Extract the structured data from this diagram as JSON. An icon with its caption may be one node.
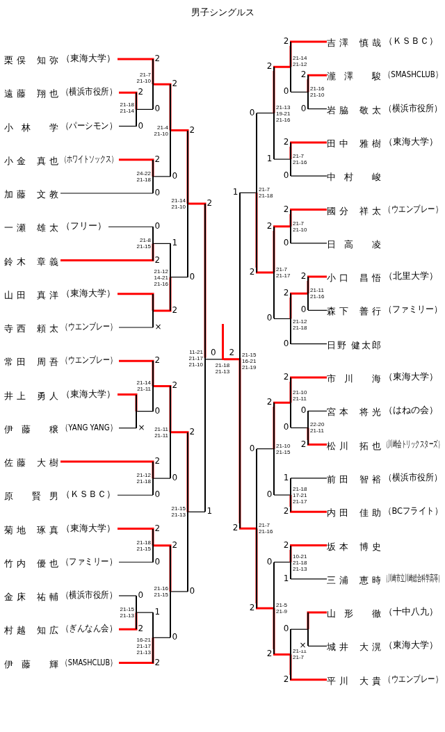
{
  "diagram": {
    "title": "男子シングルス",
    "nodes": [
      {
        "text": [
          "栗俣 知弥",
          "（東海大学）"
        ]
      },
      {
        "text": [
          "遠藤 翔也",
          "（横浜市役所）"
        ]
      },
      {
        "text": [
          "小林 学",
          "（パーシモン）"
        ]
      },
      {
        "text": [
          "小金 真也",
          "（ホワイトソックス）"
        ]
      },
      {
        "text": [
          "加藤 文教"
        ]
      },
      {
        "text": [
          "一瀬 雄太",
          "（フリー）"
        ]
      },
      {
        "text": [
          "鈴木 章義"
        ]
      },
      {
        "text": [
          "山田 真洋",
          "（東海大学）"
        ]
      },
      {
        "text": [
          "寺西 頼太",
          "（ウエンブレー）"
        ]
      },
      {
        "text": [
          "常田 周吾",
          "（ウエンブレー）"
        ]
      },
      {
        "text": [
          "井上 勇人",
          "（東海大学）"
        ]
      },
      {
        "text": [
          "伊藤 穣",
          "（YANG YANG）"
        ]
      },
      {
        "text": [
          "佐藤 大樹"
        ]
      },
      {
        "text": [
          "原 賢男",
          "（ＫＳＢＣ）"
        ]
      },
      {
        "text": [
          "菊地 琢真",
          "（東海大学）"
        ]
      },
      {
        "text": [
          "竹内 優也",
          "（ファミリー）"
        ]
      },
      {
        "text": [
          "金床 祐輔",
          "（横浜市役所）"
        ]
      },
      {
        "text": [
          "村越 知広",
          "（ぎんなん会）"
        ]
      },
      {
        "text": [
          "伊藤 輝",
          "（SMASHCLUB）"
        ]
      },
      {
        "text": [
          "吉澤 慎哉",
          "（ＫＳＢＣ）"
        ]
      },
      {
        "text": [
          "瀧澤 駿",
          "（SMASHCLUB）"
        ]
      },
      {
        "text": [
          "岩脇 敬太",
          "（横浜市役所）"
        ]
      },
      {
        "text": [
          "田中 雅樹",
          "（東海大学）"
        ]
      },
      {
        "text": [
          "中村 峻"
        ]
      },
      {
        "text": [
          "國分 祥太",
          "（ウエンブレー）"
        ]
      },
      {
        "text": [
          "日高 凌"
        ]
      },
      {
        "text": [
          "小口 昌悟",
          "（北里大学）"
        ]
      },
      {
        "text": [
          "森下 善行",
          "（ファミリー）"
        ]
      },
      {
        "text": [
          "日野 健太郎"
        ]
      },
      {
        "text": [
          "市川 海",
          "（東海大学）"
        ]
      },
      {
        "text": [
          "宮本 将光",
          "（はねの会）"
        ]
      },
      {
        "text": [
          "松川 拓也",
          "（川崎会トリックスターズ）"
        ]
      },
      {
        "text": [
          "前田 智裕",
          "（横浜市役所）"
        ]
      },
      {
        "text": [
          "内田 佳助",
          "（BCフライト）"
        ]
      },
      {
        "text": [
          "坂本 博史"
        ]
      },
      {
        "text": [
          "三浦 恵時",
          "（川崎市立川崎総合科学高等）"
        ]
      },
      {
        "text": [
          "山形 徹",
          "（十中八九）"
        ]
      },
      {
        "text": [
          "城井 大滉",
          "（東海大学）"
        ]
      },
      {
        "text": [
          "平川 大貴",
          "（ウエンブレー）"
        ]
      },
      {
        "text": [],
        "shape": "bar",
        "beside": [
          "21-18 21-14"
        ]
      },
      {
        "text": [],
        "shape": "bar",
        "beside": [
          "21-7 21-10"
        ]
      },
      {
        "text": [],
        "shape": "bar",
        "beside": [
          "24-22 21-18"
        ]
      },
      {
        "text": [],
        "shape": "bar",
        "beside": [
          "21-4 21-10"
        ]
      },
      {
        "text": [],
        "shape": "bar",
        "beside": [
          "21-8 21-15"
        ]
      },
      {
        "text": [],
        "shape": "bar"
      },
      {
        "text": [],
        "shape": "bar",
        "beside": [
          "21-12 14-21 21-16"
        ]
      },
      {
        "text": [],
        "shape": "bar",
        "beside": [
          "21-14 21-10"
        ]
      },
      {
        "text": [],
        "shape": "bar"
      },
      {
        "text": [],
        "shape": "bar",
        "beside": [
          "21-14 21-11"
        ]
      },
      {
        "text": [],
        "shape": "bar",
        "beside": [
          "21-12 21-18"
        ]
      },
      {
        "text": [],
        "shape": "bar",
        "beside": [
          "21-11 21-11"
        ]
      },
      {
        "text": [],
        "shape": "bar",
        "beside": [
          "21-18 21-15"
        ]
      },
      {
        "text": [],
        "shape": "bar",
        "beside": [
          "21-15 21-13"
        ]
      },
      {
        "text": [],
        "shape": "bar",
        "beside": [
          "16-21 21-17 21-13"
        ]
      },
      {
        "text": [],
        "shape": "bar",
        "beside": [
          "21-16 21-15"
        ]
      },
      {
        "text": [],
        "shape": "bar",
        "beside": [
          "21-15 21-13"
        ]
      },
      {
        "text": [],
        "shape": "bar",
        "beside": [
          "11-21 21-17 21-10"
        ]
      },
      {
        "text": [],
        "shape": "bar",
        "beside": [
          "21-16 21-10"
        ]
      },
      {
        "text": [],
        "shape": "bar",
        "beside": [
          "21-14 21-12"
        ]
      },
      {
        "text": [],
        "shape": "bar",
        "beside": [
          "21-7 21-16"
        ]
      },
      {
        "text": [],
        "shape": "bar",
        "beside": [
          "21-13 19-21 21-16"
        ]
      },
      {
        "text": [],
        "shape": "bar",
        "beside": [
          "21-7 21-10"
        ]
      },
      {
        "text": [],
        "shape": "bar",
        "beside": [
          "21-11 21-16"
        ]
      },
      {
        "text": [],
        "shape": "bar",
        "beside": [
          "21-12 21-18"
        ]
      },
      {
        "text": [],
        "shape": "bar",
        "beside": [
          "21-7 21-17"
        ]
      },
      {
        "text": [],
        "shape": "bar",
        "beside": [
          "21-7 21-18"
        ]
      },
      {
        "text": [],
        "shape": "bar",
        "beside": [
          "22-20 21-11"
        ]
      },
      {
        "text": [],
        "shape": "bar",
        "beside": [
          "21-10 21-11"
        ]
      },
      {
        "text": [],
        "shape": "bar",
        "beside": [
          "21-18 17-21 21-17"
        ]
      },
      {
        "text": [],
        "shape": "bar",
        "beside": [
          "21-10 21-15"
        ]
      },
      {
        "text": [],
        "shape": "bar",
        "beside": [
          "10-21 21-18 21-13"
        ]
      },
      {
        "text": [],
        "shape": "bar"
      },
      {
        "text": [],
        "shape": "bar",
        "beside": [
          "21-11 21-7"
        ]
      },
      {
        "text": [],
        "shape": "bar",
        "beside": [
          "21-5 21-9"
        ]
      },
      {
        "text": [],
        "shape": "bar",
        "beside": [
          "21-7 21-16"
        ]
      },
      {
        "text": [],
        "shape": "bar",
        "beside": [
          "21-15 16-21 21-19"
        ]
      },
      {
        "text": [],
        "shape": "bar",
        "beside": [
          "21-18 21-13"
        ]
      }
    ],
    "edges": [
      {
        "from": 1,
        "to": 39,
        "arrow": "none",
        "label": "2",
        "color": "#ff0000",
        "style": "thick"
      },
      {
        "from": 2,
        "to": 39,
        "arrow": "none",
        "label": "0",
        "color": "#000000"
      },
      {
        "from": 0,
        "to": 40,
        "arrow": "none",
        "label": "2",
        "color": "#ff0000",
        "style": "thick"
      },
      {
        "from": 39,
        "to": 40,
        "arrow": "none",
        "label": "0",
        "color": "#000000"
      },
      {
        "from": 3,
        "to": 41,
        "arrow": "none",
        "label": "2",
        "color": "#ff0000",
        "style": "thick"
      },
      {
        "from": 4,
        "to": 41,
        "arrow": "none",
        "label": "0",
        "color": "#000000"
      },
      {
        "from": 40,
        "to": 42,
        "arrow": "none",
        "label": "2",
        "color": "#ff0000",
        "style": "thick"
      },
      {
        "from": 41,
        "to": 42,
        "arrow": "none",
        "label": "0",
        "color": "#000000"
      },
      {
        "from": 5,
        "to": 43,
        "arrow": "none",
        "label": "0",
        "color": "#000000"
      },
      {
        "from": 6,
        "to": 43,
        "arrow": "none",
        "label": "2",
        "color": "#ff0000",
        "style": "thick"
      },
      {
        "from": 7,
        "to": 44,
        "arrow": "none",
        "color": "#ff0000",
        "style": "thick"
      },
      {
        "from": 8,
        "to": 44,
        "arrow": "none",
        "label": "×",
        "color": "#000000"
      },
      {
        "from": 43,
        "to": 45,
        "arrow": "none",
        "label": "1",
        "color": "#000000"
      },
      {
        "from": 44,
        "to": 45,
        "arrow": "none",
        "label": "2",
        "color": "#ff0000",
        "style": "thick"
      },
      {
        "from": 42,
        "to": 46,
        "arrow": "none",
        "label": "2",
        "color": "#ff0000",
        "style": "thick"
      },
      {
        "from": 45,
        "to": 46,
        "arrow": "none",
        "label": "0",
        "color": "#000000"
      },
      {
        "from": 10,
        "to": 47,
        "arrow": "none",
        "color": "#ff0000",
        "style": "thick"
      },
      {
        "from": 11,
        "to": 47,
        "arrow": "none",
        "label": "×",
        "color": "#000000"
      },
      {
        "from": 9,
        "to": 48,
        "arrow": "none",
        "label": "2",
        "color": "#ff0000",
        "style": "thick"
      },
      {
        "from": 47,
        "to": 48,
        "arrow": "none",
        "label": "0",
        "color": "#000000"
      },
      {
        "from": 12,
        "to": 49,
        "arrow": "none",
        "label": "2",
        "color": "#ff0000",
        "style": "thick"
      },
      {
        "from": 13,
        "to": 49,
        "arrow": "none",
        "label": "0",
        "color": "#000000"
      },
      {
        "from": 48,
        "to": 50,
        "arrow": "none",
        "label": "2",
        "color": "#ff0000",
        "style": "thick"
      },
      {
        "from": 49,
        "to": 50,
        "arrow": "none",
        "label": "0",
        "color": "#000000"
      },
      {
        "from": 14,
        "to": 51,
        "arrow": "none",
        "label": "2",
        "color": "#ff0000",
        "style": "thick"
      },
      {
        "from": 15,
        "to": 51,
        "arrow": "none",
        "label": "0",
        "color": "#000000"
      },
      {
        "from": 16,
        "to": 52,
        "arrow": "none",
        "label": "0",
        "color": "#000000"
      },
      {
        "from": 17,
        "to": 52,
        "arrow": "none",
        "label": "2",
        "color": "#ff0000",
        "style": "thick"
      },
      {
        "from": 52,
        "to": 53,
        "arrow": "none",
        "label": "1",
        "color": "#000000"
      },
      {
        "from": 18,
        "to": 53,
        "arrow": "none",
        "label": "2",
        "color": "#ff0000",
        "style": "thick"
      },
      {
        "from": 51,
        "to": 54,
        "arrow": "none",
        "label": "2",
        "color": "#ff0000",
        "style": "thick"
      },
      {
        "from": 53,
        "to": 54,
        "arrow": "none",
        "label": "0",
        "color": "#000000"
      },
      {
        "from": 50,
        "to": 55,
        "arrow": "none",
        "label": "2",
        "color": "#ff0000",
        "style": "thick"
      },
      {
        "from": 54,
        "to": 55,
        "arrow": "none",
        "label": "0",
        "color": "#000000"
      },
      {
        "from": 46,
        "to": 56,
        "arrow": "none",
        "label": "2",
        "color": "#ff0000",
        "style": "thick"
      },
      {
        "from": 55,
        "to": 56,
        "arrow": "none",
        "label": "1",
        "color": "#000000"
      },
      {
        "from": 20,
        "to": 57,
        "arrow": "none",
        "label": "2",
        "color": "#ff0000",
        "style": "thick"
      },
      {
        "from": 21,
        "to": 57,
        "arrow": "none",
        "label": "0",
        "color": "#000000"
      },
      {
        "from": 19,
        "to": 58,
        "arrow": "none",
        "label": "2",
        "color": "#ff0000",
        "style": "thick"
      },
      {
        "from": 57,
        "to": 58,
        "arrow": "none",
        "label": "0",
        "color": "#000000"
      },
      {
        "from": 22,
        "to": 59,
        "arrow": "none",
        "label": "2",
        "color": "#ff0000",
        "style": "thick"
      },
      {
        "from": 23,
        "to": 59,
        "arrow": "none",
        "label": "0",
        "color": "#000000"
      },
      {
        "from": 58,
        "to": 60,
        "arrow": "none",
        "label": "2",
        "color": "#ff0000",
        "style": "thick"
      },
      {
        "from": 59,
        "to": 60,
        "arrow": "none",
        "label": "1",
        "color": "#000000"
      },
      {
        "from": 24,
        "to": 61,
        "arrow": "none",
        "label": "2",
        "color": "#ff0000",
        "style": "thick"
      },
      {
        "from": 25,
        "to": 61,
        "arrow": "none",
        "label": "0",
        "color": "#000000"
      },
      {
        "from": 26,
        "to": 62,
        "arrow": "none",
        "label": "2",
        "color": "#ff0000",
        "style": "thick"
      },
      {
        "from": 27,
        "to": 62,
        "arrow": "none",
        "label": "0",
        "color": "#000000"
      },
      {
        "from": 62,
        "to": 63,
        "arrow": "none",
        "label": "2",
        "color": "#ff0000",
        "style": "thick"
      },
      {
        "from": 28,
        "to": 63,
        "arrow": "none",
        "label": "0",
        "color": "#000000"
      },
      {
        "from": 61,
        "to": 64,
        "arrow": "none",
        "label": "2",
        "color": "#ff0000",
        "style": "thick"
      },
      {
        "from": 63,
        "to": 64,
        "arrow": "none",
        "label": "0",
        "color": "#000000"
      },
      {
        "from": 60,
        "to": 65,
        "arrow": "none",
        "label": "0",
        "color": "#000000"
      },
      {
        "from": 64,
        "to": 65,
        "arrow": "none",
        "label": "2",
        "color": "#ff0000",
        "style": "thick"
      },
      {
        "from": 30,
        "to": 66,
        "arrow": "none",
        "label": "0",
        "color": "#000000"
      },
      {
        "from": 31,
        "to": 66,
        "arrow": "none",
        "label": "2",
        "color": "#ff0000",
        "style": "thick"
      },
      {
        "from": 29,
        "to": 67,
        "arrow": "none",
        "label": "2",
        "color": "#ff0000",
        "style": "thick"
      },
      {
        "from": 66,
        "to": 67,
        "arrow": "none",
        "label": "0",
        "color": "#000000"
      },
      {
        "from": 32,
        "to": 68,
        "arrow": "none",
        "label": "1",
        "color": "#000000"
      },
      {
        "from": 33,
        "to": 68,
        "arrow": "none",
        "label": "2",
        "color": "#ff0000",
        "style": "thick"
      },
      {
        "from": 67,
        "to": 69,
        "arrow": "none",
        "label": "2",
        "color": "#ff0000",
        "style": "thick"
      },
      {
        "from": 68,
        "to": 69,
        "arrow": "none",
        "label": "0",
        "color": "#000000"
      },
      {
        "from": 34,
        "to": 70,
        "arrow": "none",
        "label": "2",
        "color": "#ff0000",
        "style": "thick"
      },
      {
        "from": 35,
        "to": 70,
        "arrow": "none",
        "label": "1",
        "color": "#000000"
      },
      {
        "from": 36,
        "to": 71,
        "arrow": "none",
        "color": "#ff0000",
        "style": "thick"
      },
      {
        "from": 37,
        "to": 71,
        "arrow": "none",
        "label": "×",
        "color": "#000000"
      },
      {
        "from": 71,
        "to": 72,
        "arrow": "none",
        "label": "0",
        "color": "#000000"
      },
      {
        "from": 38,
        "to": 72,
        "arrow": "none",
        "label": "2",
        "color": "#ff0000",
        "style": "thick"
      },
      {
        "from": 70,
        "to": 73,
        "arrow": "none",
        "label": "0",
        "color": "#000000"
      },
      {
        "from": 72,
        "to": 73,
        "arrow": "none",
        "label": "2",
        "color": "#ff0000",
        "style": "thick"
      },
      {
        "from": 69,
        "to": 74,
        "arrow": "none",
        "label": "0",
        "color": "#000000"
      },
      {
        "from": 73,
        "to": 74,
        "arrow": "none",
        "label": "2",
        "color": "#ff0000",
        "style": "thick"
      },
      {
        "from": 65,
        "to": 75,
        "arrow": "none",
        "label": "1",
        "color": "#000000"
      },
      {
        "from": 74,
        "to": 75,
        "arrow": "none",
        "label": "2",
        "color": "#ff0000",
        "style": "thick"
      },
      {
        "from": 56,
        "to": 76,
        "arrow": "none",
        "label": "0",
        "color": "#000000"
      },
      {
        "from": 75,
        "to": 76,
        "arrow": "none",
        "label": "2",
        "color": "#ff0000",
        "style": "thick"
      }
    ]
  }
}
